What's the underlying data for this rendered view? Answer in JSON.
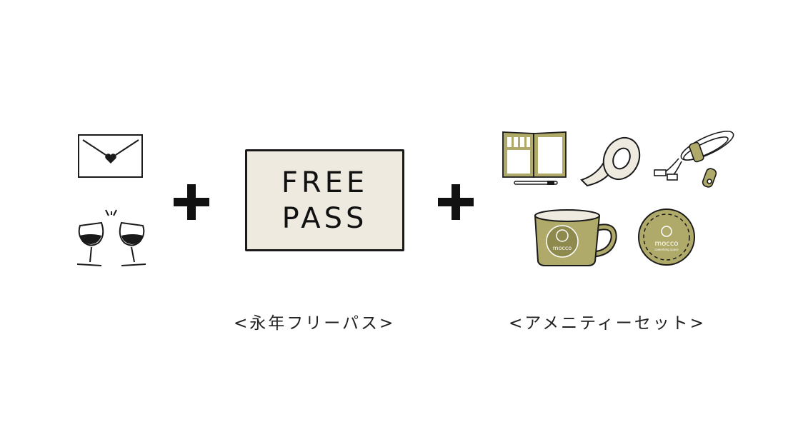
{
  "colors": {
    "olive": "#b0aa6a",
    "beige": "#eeeae0",
    "ink": "#1a1a1a"
  },
  "left_group": {
    "icons": [
      "envelope-heart-icon",
      "wine-glasses-toast-icon"
    ]
  },
  "operators": [
    "+",
    "+"
  ],
  "free_pass": {
    "line1": "FREE",
    "line2": "PASS",
    "caption": "<永年フリーパス>"
  },
  "amenity_set": {
    "caption": "<アメニティーセット>",
    "items": [
      "notebook-and-pen-icon",
      "masking-tape-icon",
      "cable-and-clips-icon",
      "mug-icon",
      "coaster-icon"
    ],
    "logo_text": "mocco",
    "logo_subtext": "coworking space"
  }
}
